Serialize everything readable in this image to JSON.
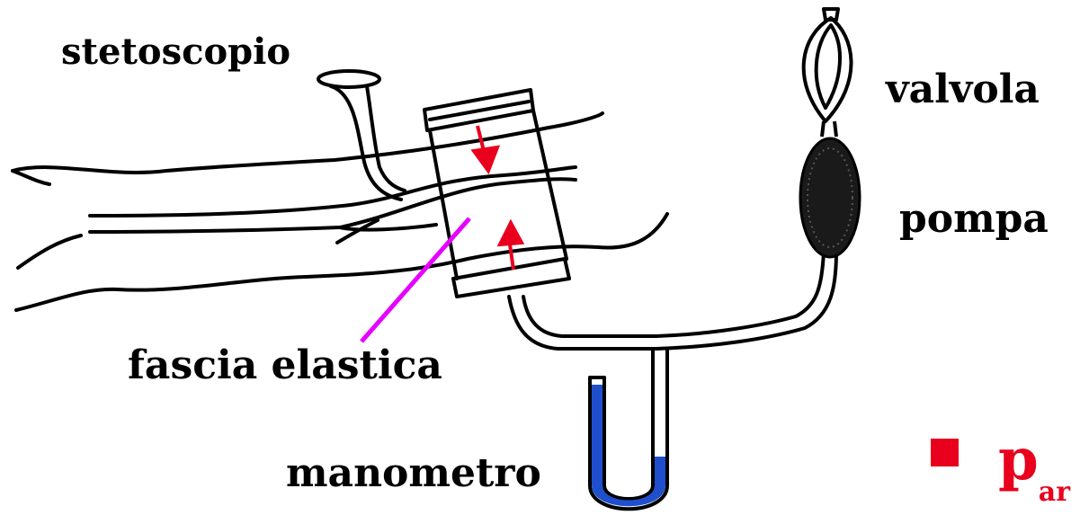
{
  "labels": {
    "stetoscopio": "stetoscopio",
    "valvola": "valvola",
    "pompa": "pompa",
    "fascia": "fascia elastica",
    "manometro": "manometro"
  },
  "formula": {
    "symbol": "p",
    "subscript": "ar"
  },
  "colors": {
    "arrow": "#e8001c",
    "leader_line": "#e600ff",
    "manometer_fluid": "#1f4fcc",
    "bulb": "#1a1a1a",
    "bullet": "#e8001c"
  },
  "icons": {
    "bullet": "red-square-bullet"
  }
}
